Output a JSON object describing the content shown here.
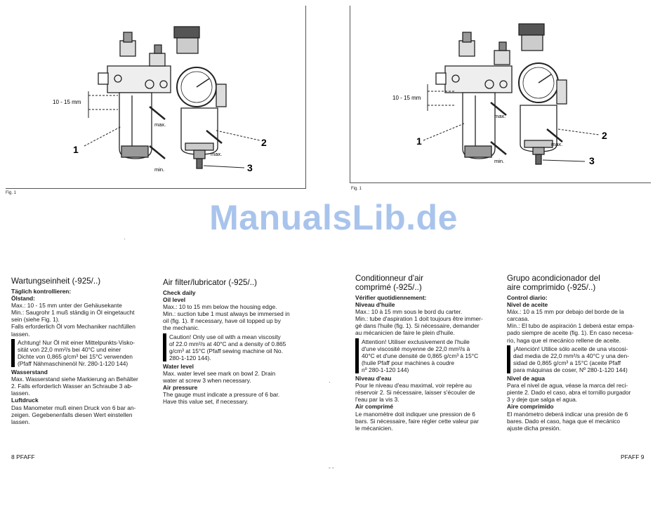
{
  "watermark": "ManualsLib.de",
  "figures": {
    "left": {
      "caption": "Fig. 1",
      "dim": "10 - 15 mm",
      "max1": "max.",
      "max2": "max.",
      "min": "min.",
      "n1": "1",
      "n2": "2",
      "n3": "3"
    },
    "right": {
      "caption": "Fig. 1",
      "dim": "10 - 15 mm",
      "max1": "max.",
      "max2": "max.",
      "min": "min.",
      "n1": "1",
      "n2": "2",
      "n3": "3"
    }
  },
  "de": {
    "title": "Wartungseinheit (-925/..)",
    "daily": "Täglich kontrollieren:",
    "oil_head": "Ölstand:",
    "oil_1": "Max.: 10 - 15 mm unter der Gehäusekante",
    "oil_2": "Min.: Saugrohr 1 muß ständig in Öl eingetaucht",
    "oil_3": "sein (siehe Fig. 1).",
    "oil_4": "Falls erforderlich Öl vom Mechaniker nachfüllen",
    "oil_5": "lassen.",
    "note_1": "Achtung! Nur Öl mit einer Mittelpunkts-Visko-",
    "note_2": "sität von 22,0 mm²/s bei 40°C und einer",
    "note_3": "Dichte von 0,865 g/cm³ bei 15°C verwenden",
    "note_4": "(Pfaff Nähmaschinenöl Nr. 280-1-120 144)",
    "water_head": "Wasserstand",
    "water_1": "Max. Wasserstand siehe Markierung an Behälter",
    "water_2": "2. Falls erforderlich Wasser an Schraube 3 ab-",
    "water_3": "lassen.",
    "air_head": "Luftdruck",
    "air_1": "Das Manometer muß einen Druck von 6 bar an-",
    "air_2": "zeigen. Gegebenenfalls diesen Wert einstellen",
    "air_3": "lassen."
  },
  "en": {
    "title": "Air filter/lubricator (-925/..)",
    "daily": "Check daily",
    "oil_head": "Oil level",
    "oil_1": "Max.: 10 to 15 mm below the housing edge.",
    "oil_2": "Min.: suction tube 1 must always be immersed in",
    "oil_3": "oil (fig. 1). If necessary, have oil topped up by",
    "oil_4": "the mechanic.",
    "note_1": "Caution! Only use oil with a mean viscosity",
    "note_2": "of 22.0 mm²/s at 40°C and a density of 0.865",
    "note_3": "g/cm³ at 15°C (Pfaff sewing machine oil No.",
    "note_4": "280-1-120 144).",
    "water_head": "Water level",
    "water_1": "Max. water level see mark on bowl 2. Drain",
    "water_2": "water at screw 3 when necessary.",
    "air_head": "Air pressure",
    "air_1": "The gauge must indicate a pressure of 6 bar.",
    "air_2": "Have this value set, if necessary."
  },
  "fr": {
    "title_1": "Conditionneur d'air",
    "title_2": "comprimé (-925/..)",
    "daily": "Vérifier quotidiennement:",
    "oil_head": "Niveau d'huile",
    "oil_1": "Max.: 10 à 15 mm sous le bord du carter.",
    "oil_2": "Min.: tube d'aspiration 1 doit toujours être immer-",
    "oil_3": "gé dans l'huile (fig. 1). Si nécessaire, demander",
    "oil_4": "au mécanicien de faire le plein d'huile.",
    "note_1": "Attention! Utiliser exclusivement de l'huile",
    "note_2": "d'une viscosité moyenne de 22,0 mm²/s à",
    "note_3": "40°C et d'une densité de 0,865 g/cm³ à 15°C",
    "note_4": "(huile Pfaff pour machines à coudre",
    "note_5": "nº 280-1-120 144)",
    "water_head": "Niveau d'eau",
    "water_1": "Pour le niveau d'eau maximal, voir repère au",
    "water_2": "réservoir 2. Si nécessaire, laisser s'écouler de",
    "water_3": "l'eau par la vis 3.",
    "air_head": "Air comprimé",
    "air_1": "Le manomètre doit indiquer une pression de 6",
    "air_2": "bars. Si nécessaire, faire régler cette valeur par",
    "air_3": "le mécanicien."
  },
  "es": {
    "title_1": "Grupo acondicionador del",
    "title_2": "aire comprimido (-925/..)",
    "daily": "Control diario:",
    "oil_head": "Nivel de aceite",
    "oil_1": "Máx.: 10 a 15 mm por debajo del borde de la",
    "oil_2": "carcasa.",
    "oil_3": "Mín.: El tubo de aspiración 1 deberá estar empa-",
    "oil_4": "pado siempre de aceite (fig. 1). En caso necesa-",
    "oil_5": "rio, haga que el mecánico rellene de aceite.",
    "note_1": "¡Atención! Utilice sólo aceite de una viscosi-",
    "note_2": "dad media de 22,0 mm²/s a 40°C y una den-",
    "note_3": "sidad de 0,865 g/cm³ a 15°C (aceite Pfaff",
    "note_4": "para máquinas de coser, Nº 280-1-120 144)",
    "water_head": "Nivel de agua",
    "water_1": "Para el nivel de agua, véase la marca del reci-",
    "water_2": "piente 2. Dado el caso, abra el tornillo purgador",
    "water_3": "3 y deje que salga el agua.",
    "air_head": "Aire comprimido",
    "air_1": "El manómetro deberá indicar una presión de 6",
    "air_2": "bares. Dado el caso, haga que el mecánico",
    "air_3": "ajuste dicha presión."
  },
  "footer": {
    "left": "8  PFAFF",
    "right": "PFAFF  9"
  },
  "colors": {
    "watermark": "#a9c4ec",
    "ink": "#111111"
  }
}
